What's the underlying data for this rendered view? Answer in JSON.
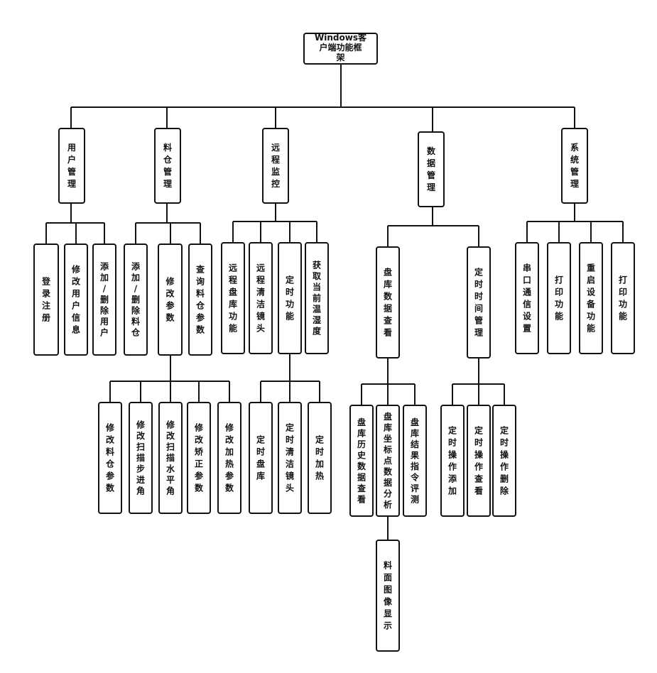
{
  "diagram": {
    "root": "Windows客户端功能框架",
    "modules": [
      {
        "id": "user",
        "label": "用户管理",
        "children": [
          {
            "id": "user-login",
            "label": "登录注册"
          },
          {
            "id": "user-edit",
            "label": "修改用户信息"
          },
          {
            "id": "user-add",
            "label": "添加/删除用户"
          }
        ]
      },
      {
        "id": "bin",
        "label": "料仓管理",
        "children": [
          {
            "id": "bin-add",
            "label": "添加/删除料仓"
          },
          {
            "id": "bin-params",
            "label": "修改参数",
            "children": [
              {
                "id": "param-bin",
                "label": "修改料仓参数"
              },
              {
                "id": "param-step",
                "label": "修改扫描步进角"
              },
              {
                "id": "param-hangle",
                "label": "修改扫描水平角"
              },
              {
                "id": "param-correct",
                "label": "修改矫正参数"
              },
              {
                "id": "param-heat",
                "label": "修改加热参数"
              }
            ]
          },
          {
            "id": "bin-query",
            "label": "查询料仓参数"
          }
        ]
      },
      {
        "id": "remote",
        "label": "远程监控",
        "children": [
          {
            "id": "remote-inventory",
            "label": "远程盘库功能"
          },
          {
            "id": "remote-clean",
            "label": "远程清洁镜头"
          },
          {
            "id": "remote-timer",
            "label": "定时功能",
            "children": [
              {
                "id": "timer-inventory",
                "label": "定时盘库"
              },
              {
                "id": "timer-clean",
                "label": "定时清洁镜头"
              },
              {
                "id": "timer-heat",
                "label": "定时加热"
              }
            ]
          },
          {
            "id": "remote-humidity",
            "label": "获取当前温湿度"
          }
        ]
      },
      {
        "id": "data",
        "label": "数据管理",
        "children": [
          {
            "id": "data-inventory",
            "label": "盘库数据查看",
            "children": [
              {
                "id": "data-history",
                "label": "盘库历史数据查看"
              },
              {
                "id": "data-coords",
                "label": "盘库坐标点数据分析",
                "children": [
                  {
                    "id": "data-surface",
                    "label": "料面图像显示"
                  }
                ]
              },
              {
                "id": "data-eval",
                "label": "盘库结果指令评测"
              }
            ]
          },
          {
            "id": "data-timer",
            "label": "定时时间管理",
            "children": [
              {
                "id": "op-add",
                "label": "定时操作添加"
              },
              {
                "id": "op-view",
                "label": "定时操作查看"
              },
              {
                "id": "op-delete",
                "label": "定时操作删除"
              }
            ]
          }
        ]
      },
      {
        "id": "system",
        "label": "系统管理",
        "children": [
          {
            "id": "sys-serial",
            "label": "串口通信设置"
          },
          {
            "id": "sys-print1",
            "label": "打印功能"
          },
          {
            "id": "sys-restart",
            "label": "重启设备功能"
          },
          {
            "id": "sys-print2",
            "label": "打印功能"
          }
        ]
      }
    ]
  }
}
